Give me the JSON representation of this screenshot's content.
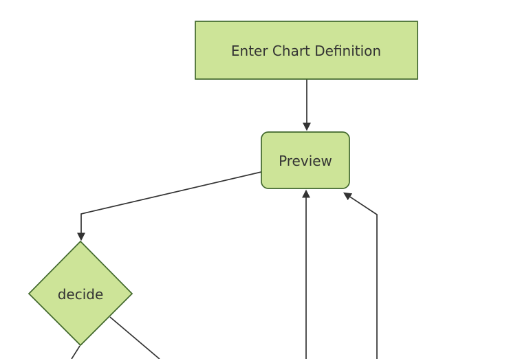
{
  "diagram": {
    "type": "flowchart",
    "direction": "top-down",
    "style": {
      "background": "#ffffff",
      "node_fill": "#cde498",
      "node_border": "#41682c",
      "edge_color": "#333333",
      "text_color": "#333333"
    },
    "nodes": [
      {
        "id": "enter-chart-definition",
        "label": "Enter Chart Definition",
        "shape": "rectangle"
      },
      {
        "id": "preview",
        "label": "Preview",
        "shape": "rounded-rectangle"
      },
      {
        "id": "decide",
        "label": "decide",
        "shape": "diamond"
      }
    ],
    "edges": [
      {
        "from": "enter-chart-definition",
        "to": "preview",
        "arrowhead": true
      },
      {
        "from": "preview",
        "to": "decide",
        "arrowhead": true
      },
      {
        "from": "offscreen-bottom-center",
        "to": "preview",
        "arrowhead": true
      },
      {
        "from": "offscreen-bottom-right",
        "to": "preview",
        "arrowhead": true
      },
      {
        "from": "decide",
        "to": "offscreen-bottom-left",
        "arrowhead": false
      },
      {
        "from": "decide",
        "to": "offscreen-bottom-right",
        "arrowhead": false
      }
    ]
  }
}
